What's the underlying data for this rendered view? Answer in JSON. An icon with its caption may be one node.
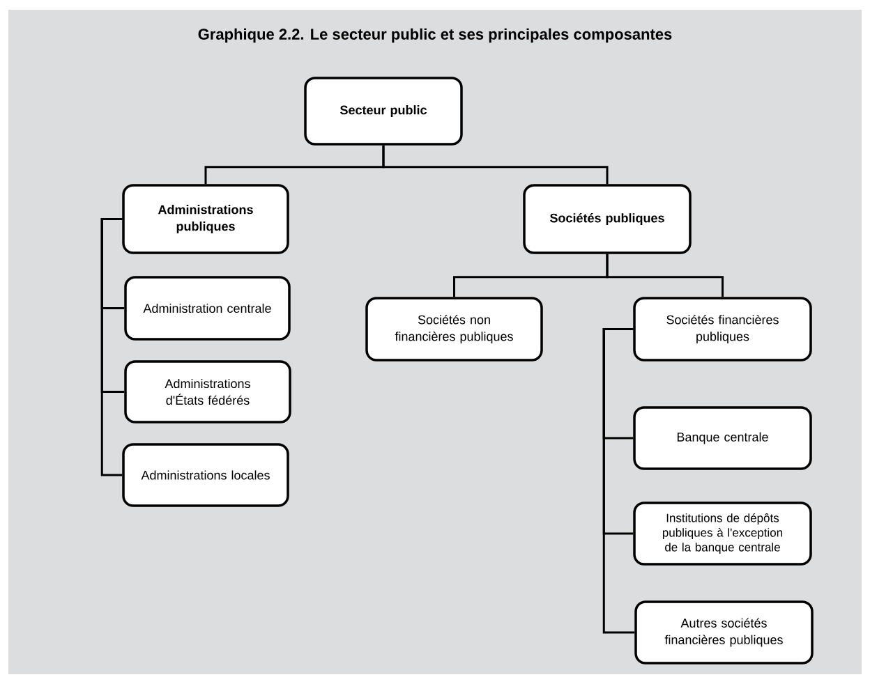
{
  "diagram": {
    "title": "Graphique 2.2.  Le secteur public et ses principales composantes",
    "nodes": [
      {
        "text": [
          "Secteur public"
        ]
      },
      {
        "text": [
          "Administrations publiques"
        ]
      },
      {
        "text": [
          "Administration centrale"
        ]
      },
      {
        "text": [
          "Administrations d'États fédérés"
        ]
      },
      {
        "text": [
          "Administrations locales"
        ]
      },
      {
        "text": [
          "Sociétés publiques"
        ]
      },
      {
        "text": [
          "Sociétés non financières publiques"
        ]
      },
      {
        "text": [
          "Sociétés financières publiques"
        ]
      },
      {
        "text": [
          "Banque centrale"
        ]
      },
      {
        "text": [
          "Institutions de dépôts publiques à l'exception de la banque centrale"
        ]
      },
      {
        "text": [
          "Autres sociétés financières publiques"
        ]
      }
    ],
    "edges": [
      {
        "from": 0,
        "to": 1,
        "arrow": "none"
      },
      {
        "from": 0,
        "to": 5,
        "arrow": "none"
      },
      {
        "from": 1,
        "to": 2,
        "arrow": "none"
      },
      {
        "from": 1,
        "to": 3,
        "arrow": "none"
      },
      {
        "from": 1,
        "to": 4,
        "arrow": "none"
      },
      {
        "from": 5,
        "to": 6,
        "arrow": "none"
      },
      {
        "from": 5,
        "to": 7,
        "arrow": "none"
      },
      {
        "from": 7,
        "to": 8,
        "arrow": "none"
      },
      {
        "from": 7,
        "to": 9,
        "arrow": "none"
      },
      {
        "from": 7,
        "to": 10,
        "arrow": "none"
      }
    ]
  }
}
